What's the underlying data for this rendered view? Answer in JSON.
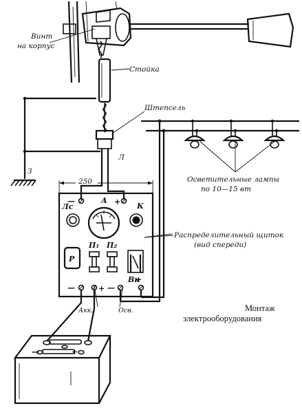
{
  "labels": {
    "screw": [
      "Винт",
      "на корпус"
    ],
    "post": "Стойка",
    "plug": "Штепсель",
    "ground": "З",
    "wire_l": "Л",
    "lamps": [
      "Осветительные лампы",
      "по 10—15 вт"
    ],
    "panel": [
      "Распределительный щиток",
      "(вид спереди)"
    ],
    "battery_wire": "Акк.",
    "light_wire": "Осв.",
    "dimension": "250"
  },
  "panel_symbols": {
    "lamp_control": "Лс",
    "ammeter": "А",
    "button": "К",
    "relay": "Р",
    "fuse1": "П₁",
    "fuse2": "П₂",
    "switch": "Вк"
  },
  "terminals": {
    "top_minus": "—",
    "top_plus": "+",
    "bottom_left_minus": "—",
    "bottom_mid_plus": "+",
    "bottom_right_minus": "—",
    "bottom_right_plus": "+",
    "battery_plus": "+",
    "battery_minus": "—"
  },
  "caption": [
    "Монтаж",
    "электрооборудования"
  ]
}
